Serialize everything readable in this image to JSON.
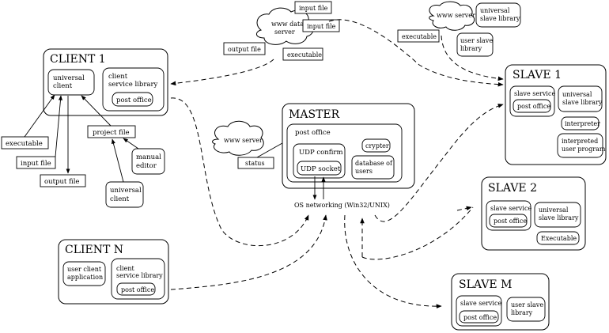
{
  "client1": {
    "title": "CLIENT 1",
    "universal_client": [
      "universal",
      "client"
    ],
    "service_library": [
      "client",
      "service library"
    ],
    "post_office": "post office"
  },
  "client1_inputs": {
    "executable": "executable",
    "input_file": "input file",
    "output_file": "output file",
    "project_file": "project file",
    "manual_editor": [
      "manual",
      "editor"
    ],
    "universal_client": [
      "universal",
      "client"
    ]
  },
  "clientn": {
    "title": "CLIENT N",
    "user_client": [
      "user client",
      "application"
    ],
    "service_library": [
      "client",
      "service library"
    ],
    "post_office": "post office"
  },
  "www_data": {
    "cloud": [
      "www data",
      "server"
    ],
    "input_file_a": "input file",
    "input_file_b": "input file",
    "output_file": "output file",
    "executable": "executable"
  },
  "www_slave": {
    "cloud": "www server",
    "library": [
      "universal",
      "slave library"
    ],
    "executable": "executable",
    "user_library": [
      "user slave",
      "library"
    ]
  },
  "master": {
    "title": "MASTER",
    "post_office": "post office",
    "udp_confirm": "UDP confirm",
    "udp_socket": "UDP socket",
    "crypter": "crypter",
    "database": [
      "database of",
      "users"
    ],
    "networking": "OS networking (Win32/UNIX)"
  },
  "www_status": {
    "cloud": "www server",
    "status": "status"
  },
  "slave1": {
    "title": "SLAVE 1",
    "service": "slave service",
    "post_office": "post office",
    "library": [
      "universal",
      "slave library"
    ],
    "interpreter": "interpreter",
    "program": [
      "interpreted",
      "user program"
    ]
  },
  "slave2": {
    "title": "SLAVE 2",
    "service": "slave service",
    "post_office": "post office",
    "library": [
      "universal",
      "slave library"
    ],
    "executable": "Executable"
  },
  "slavem": {
    "title": "SLAVE M",
    "service": "slave service",
    "post_office": "post office",
    "library": [
      "user slave",
      "library"
    ]
  }
}
